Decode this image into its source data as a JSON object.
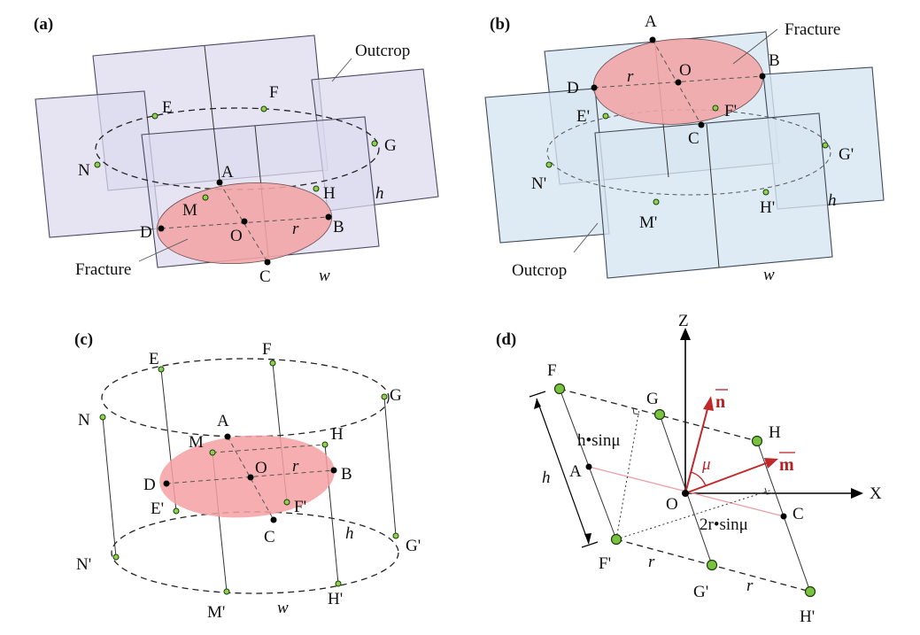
{
  "panels": {
    "a": {
      "label": "(a)",
      "points": [
        "A",
        "B",
        "C",
        "D",
        "O",
        "E",
        "F",
        "G",
        "H",
        "M",
        "N"
      ],
      "r_label": "r",
      "h_label": "h",
      "w_label": "w",
      "outcrop_label": "Outcrop",
      "fracture_label": "Fracture"
    },
    "b": {
      "label": "(b)",
      "points": [
        "A",
        "B",
        "C",
        "D",
        "O",
        "E'",
        "F'",
        "G'",
        "H'",
        "M'",
        "N'"
      ],
      "r_label": "r",
      "h_label": "h",
      "w_label": "w",
      "outcrop_label": "Outcrop",
      "fracture_label": "Fracture"
    },
    "c": {
      "label": "(c)",
      "points": [
        "E",
        "F",
        "G",
        "N",
        "A",
        "M",
        "H",
        "O",
        "r",
        "B",
        "D",
        "E'",
        "F'",
        "C",
        "h",
        "G'",
        "N'",
        "M'",
        "w",
        "H'"
      ]
    },
    "d": {
      "label": "(d)",
      "axis_z": "Z",
      "axis_x": "X",
      "vec_n": "n",
      "vec_m": "m",
      "mu_label": "μ",
      "h_sin": "h•sinμ",
      "r2_sin": "2r•sinμ",
      "h_label": "h",
      "r_label": "r",
      "points": [
        "F",
        "G",
        "H",
        "A",
        "O",
        "C",
        "F'",
        "G'",
        "H'"
      ]
    }
  }
}
